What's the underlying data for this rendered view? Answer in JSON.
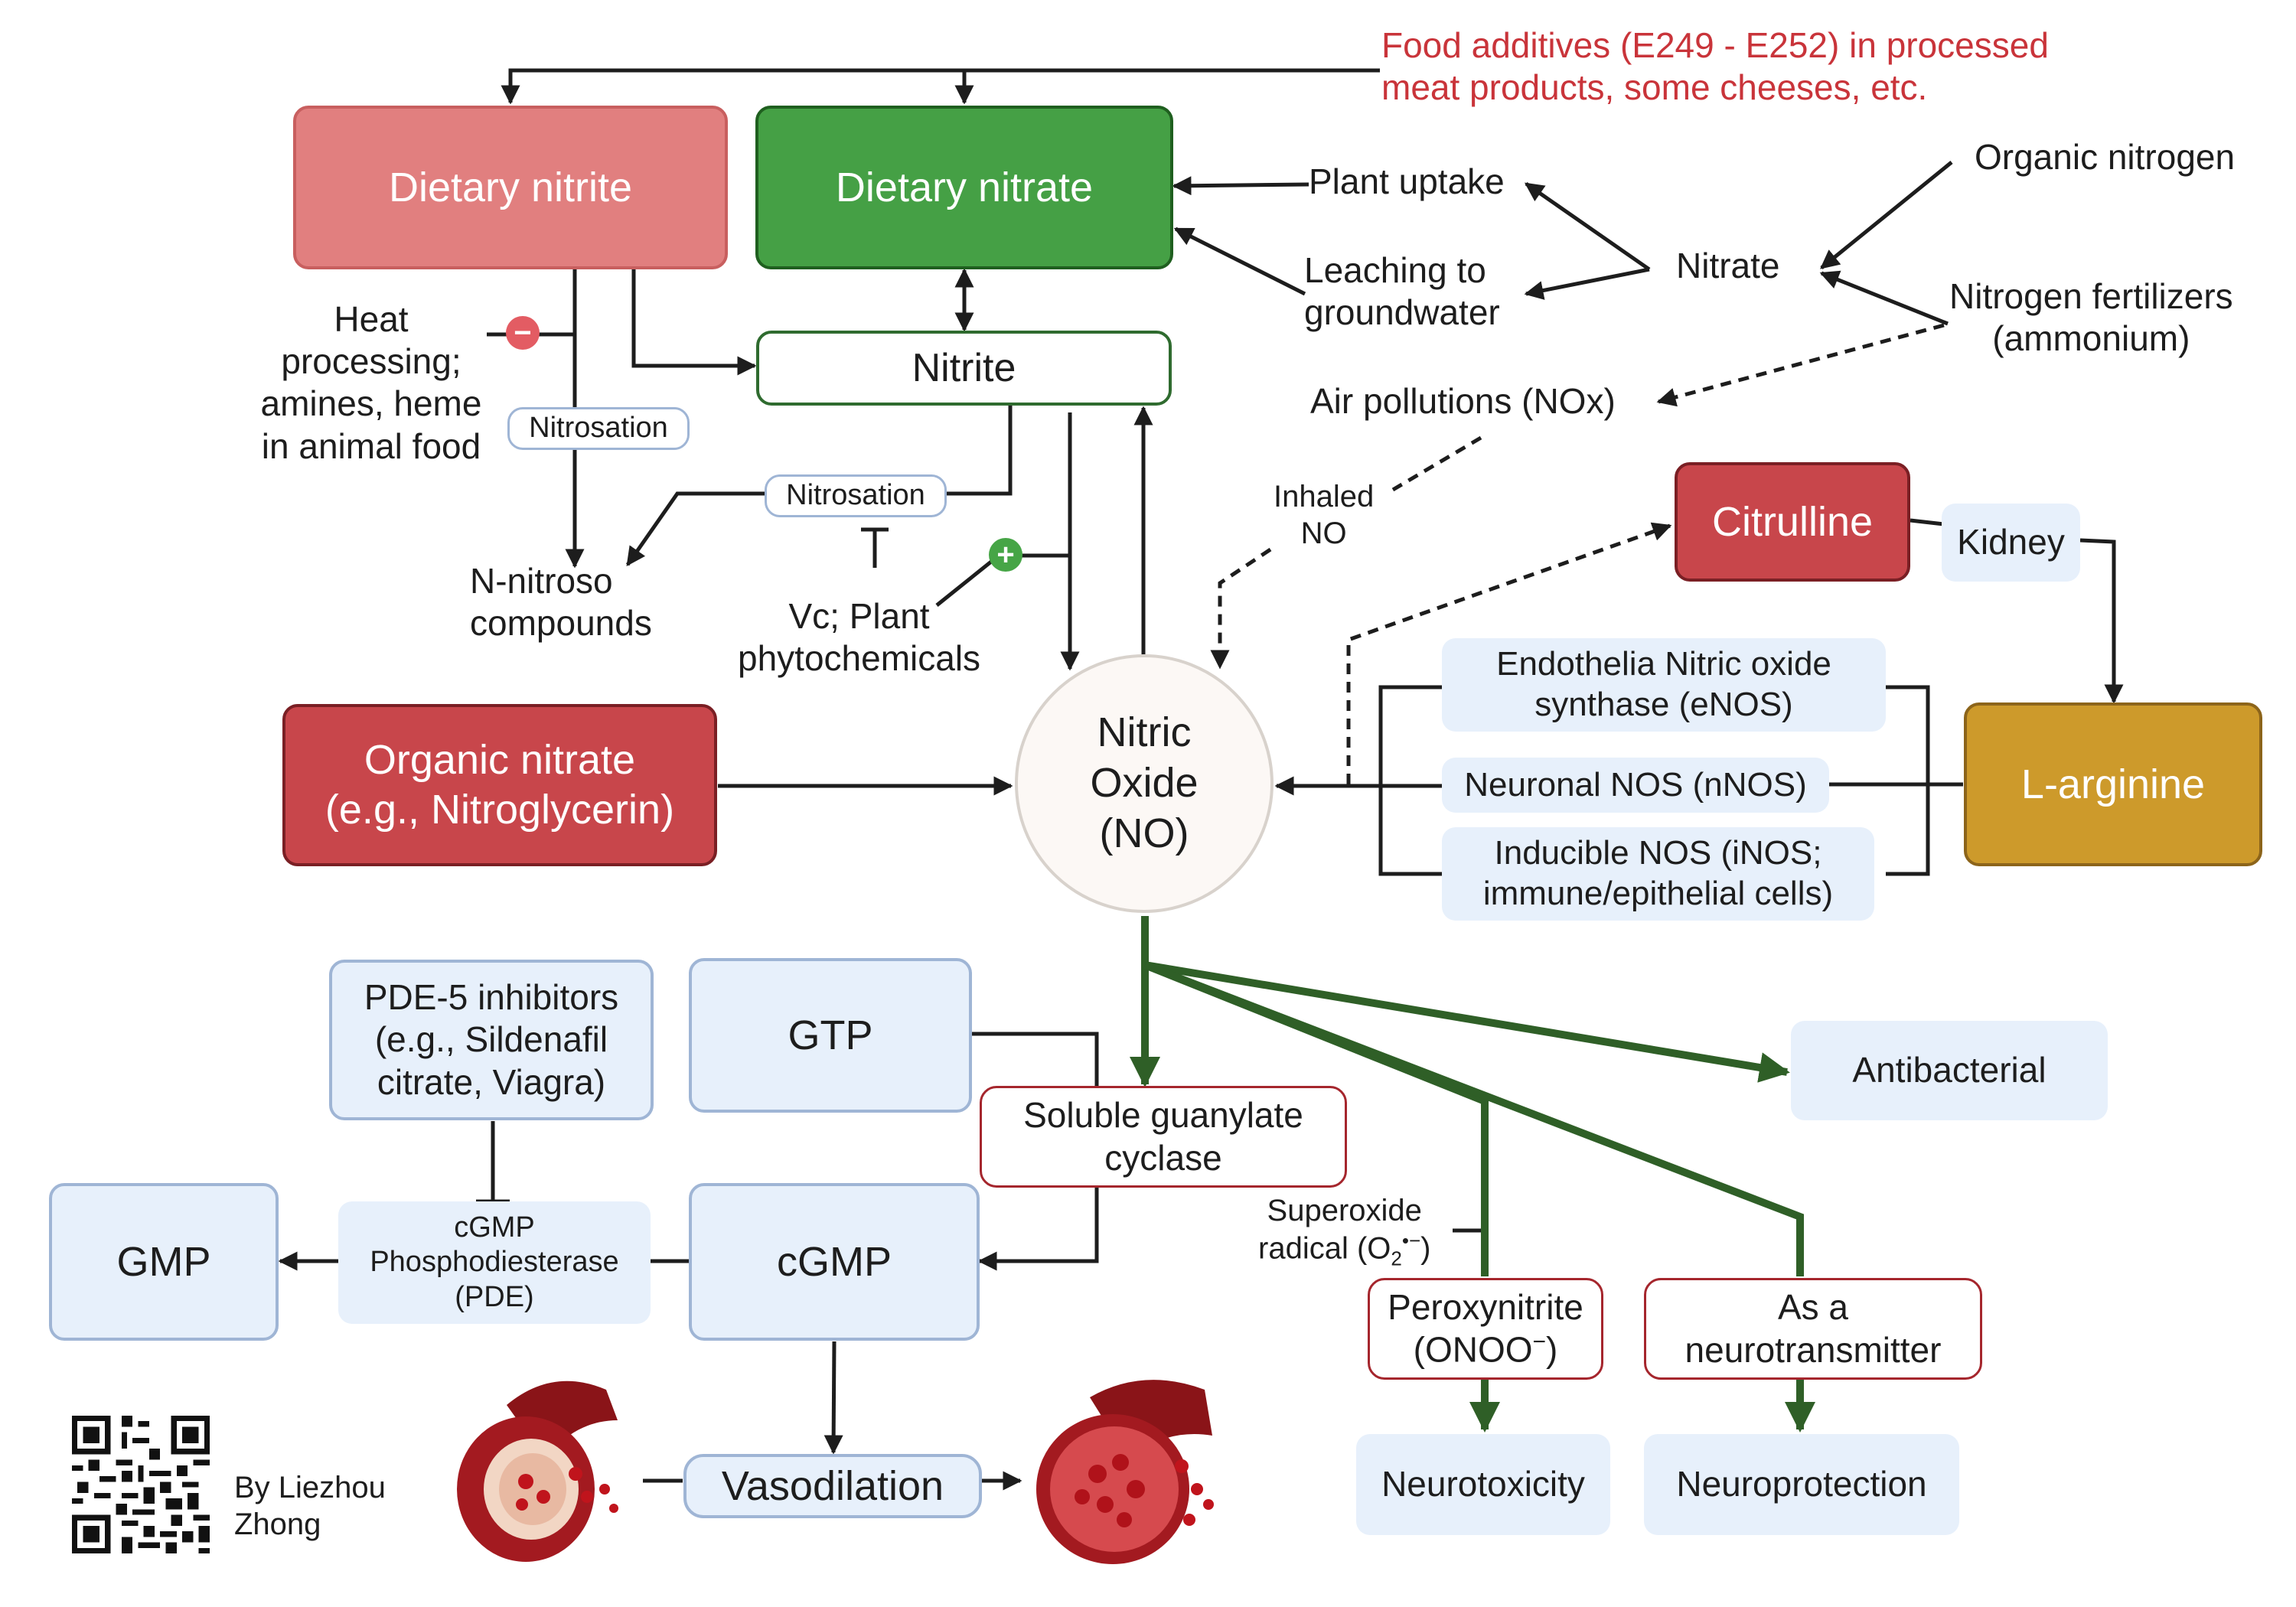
{
  "food_additives": {
    "line1": "Food additives (E249 - E252) in processed",
    "line2": "meat products, some cheeses, etc."
  },
  "dietary_nitrite": "Dietary nitrite",
  "dietary_nitrate": "Dietary nitrate",
  "nitrite": "Nitrite",
  "plant_uptake": "Plant uptake",
  "leaching": {
    "line1": "Leaching to",
    "line2": "groundwater"
  },
  "nitrate": "Nitrate",
  "organic_nitrogen": "Organic nitrogen",
  "nitrogen_fertilizers": {
    "line1": "Nitrogen fertilizers",
    "line2": "(ammonium)"
  },
  "air_pollutions": "Air pollutions (NOx)",
  "heat_processing": {
    "line1": "Heat",
    "line2": "processing;",
    "line3": "amines, heme",
    "line4": "in animal food"
  },
  "nitrosation_tag_1": "Nitrosation",
  "nitrosation_tag_2": "Nitrosation",
  "n_nitroso": {
    "line1": "N-nitroso",
    "line2": "compounds"
  },
  "vc_plant": {
    "line1": "Vc; Plant",
    "line2": "phytochemicals"
  },
  "inhaled_no": {
    "line1": "Inhaled",
    "line2": "NO"
  },
  "citrulline": "Citrulline",
  "kidney": "Kidney",
  "enos": {
    "line1": "Endothelia Nitric oxide",
    "line2": "synthase (eNOS)"
  },
  "nnos": "Neuronal NOS (nNOS)",
  "inos": {
    "line1": "Inducible NOS (iNOS;",
    "line2": "immune/epithelial cells)"
  },
  "l_arginine": "L-arginine",
  "organic_nitrate": {
    "line1": "Organic nitrate",
    "line2": "(e.g., Nitroglycerin)"
  },
  "nitric_oxide": {
    "line1": "Nitric",
    "line2": "Oxide",
    "line3": "(NO)"
  },
  "pde5_inhibitors": {
    "line1": "PDE-5 inhibitors",
    "line2": "(e.g., Sildenafil",
    "line3": "citrate, Viagra)"
  },
  "gtp": "GTP",
  "soluble_gc": {
    "line1": "Soluble guanylate",
    "line2": "cyclase"
  },
  "antibacterial": "Antibacterial",
  "gmp": "GMP",
  "cgmp_pde": {
    "line1": "cGMP",
    "line2": "Phosphodiesterase",
    "line3": "(PDE)"
  },
  "cgmp": "cGMP",
  "superoxide": {
    "line1": "Superoxide",
    "line2": "radical (O",
    "sub": "2",
    "sup": "•−",
    "close": ")"
  },
  "peroxynitrite": {
    "line1": "Peroxynitrite",
    "line2": "(ONOO",
    "sup": "−",
    "close": ")"
  },
  "neurotransmitter": {
    "line1": "As a",
    "line2": "neurotransmitter"
  },
  "vasodilation": "Vasodilation",
  "neurotoxicity": "Neurotoxicity",
  "neuroprotection": "Neuroprotection",
  "author": {
    "line1": "By Liezhou",
    "line2": "Zhong"
  },
  "badges": {
    "minus": "−",
    "plus": "+"
  },
  "colors": {
    "arrow": "#1d1d1d",
    "green_arrow": "#2f5f27",
    "accent_red": "#c9343a"
  }
}
